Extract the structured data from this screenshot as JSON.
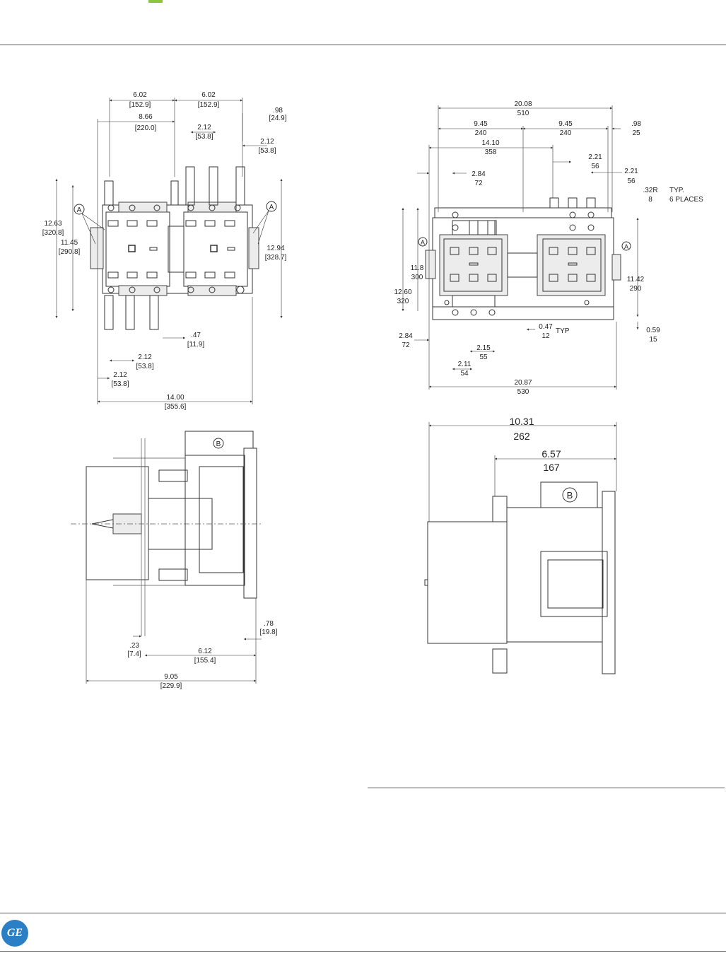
{
  "brand": {
    "logo_text": "GE",
    "accent": "#8cc63f",
    "logo_color": "#2b7fc4"
  },
  "top_left_view": {
    "dims": {
      "d1": "6.02",
      "d1m": "[152.9]",
      "d2": "6.02",
      "d2m": "[152.9]",
      "d3": ".98",
      "d3m": "[24.9]",
      "d4": "8.66",
      "d4m": "[220.0]",
      "d5": "2.12",
      "d5m": "[53.8]",
      "d6": "2.12",
      "d6m": "[53.8]",
      "d7": "12.63",
      "d7m": "[320.8]",
      "d8": "11.45",
      "d8m": "[290.8]",
      "d9": "12.94",
      "d9m": "[328.7]",
      "d10": ".47",
      "d10m": "[11.9]",
      "d11": "2.12",
      "d11m": "[53.8]",
      "d12": "2.12",
      "d12m": "[53.8]",
      "d13": "14.00",
      "d13m": "[355.6]"
    },
    "callout_a": "A"
  },
  "bottom_left_view": {
    "dims": {
      "d1": ".78",
      "d1m": "[19.8]",
      "d2": ".23",
      "d2m": "[7.4]",
      "d3": "6.12",
      "d3m": "[155.4]",
      "d4": "9.05",
      "d4m": "[229.9]"
    },
    "callout_b": "B"
  },
  "top_right_view": {
    "dims": {
      "d1": "20.08",
      "d1m": "510",
      "d2": "9.45",
      "d2m": "240",
      "d3": "9.45",
      "d3m": "240",
      "d4": ".98",
      "d4m": "25",
      "d5": "14.10",
      "d5m": "358",
      "d6": "2.21",
      "d6m": "56",
      "d7": "2.84",
      "d7m": "72",
      "d8": "2.21",
      "d8m": "56",
      "d9": ".32R",
      "d9m": "8",
      "d9note1": "TYP.",
      "d9note2": "6 PLACES",
      "d10": "11.8",
      "d10m": "300",
      "d11": "12.60",
      "d11m": "320",
      "d12": "11.42",
      "d12m": "290",
      "d13": "0.47",
      "d13m": "12",
      "d13note": "TYP",
      "d14": "0.59",
      "d14m": "15",
      "d15": "2.84",
      "d15m": "72",
      "d16": "2.15",
      "d16m": "55",
      "d17": "2.11",
      "d17m": "54",
      "d18": "20.87",
      "d18m": "530"
    },
    "callout_a": "A"
  },
  "bottom_right_view": {
    "dims": {
      "d1": "10.31",
      "d1m": "262",
      "d2": "6.57",
      "d2m": "167"
    },
    "callout_b": "B"
  }
}
